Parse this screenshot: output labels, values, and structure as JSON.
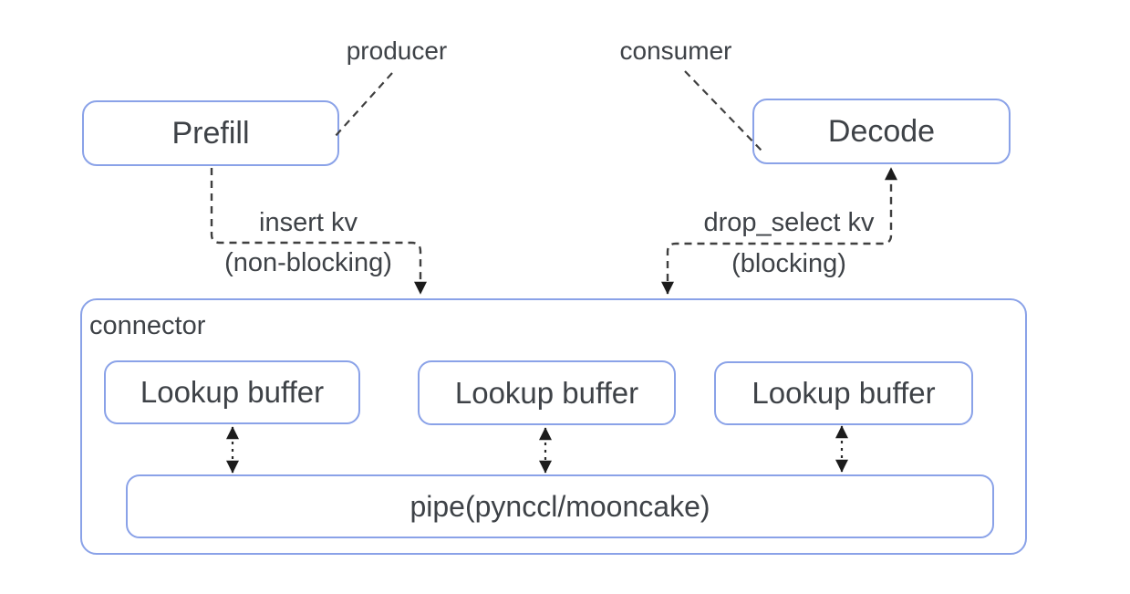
{
  "diagram": {
    "producer_label": "producer",
    "consumer_label": "consumer",
    "prefill_label": "Prefill",
    "decode_label": "Decode",
    "insert_kv": {
      "line1": "insert kv",
      "line2": "(non-blocking)"
    },
    "drop_select_kv": {
      "line1": "drop_select kv",
      "line2": "(blocking)"
    },
    "connector_label": "connector",
    "lookup_buffers": [
      {
        "label": "Lookup buffer"
      },
      {
        "label": "Lookup buffer"
      },
      {
        "label": "Lookup buffer"
      }
    ],
    "pipe_label": "pipe(pynccl/mooncake)",
    "colors": {
      "box_border": "#8aa2e8",
      "text": "#3e4247",
      "dashed_line": "#3f3f3f",
      "arrowhead": "#1c1c1c",
      "background": "#ffffff"
    }
  }
}
